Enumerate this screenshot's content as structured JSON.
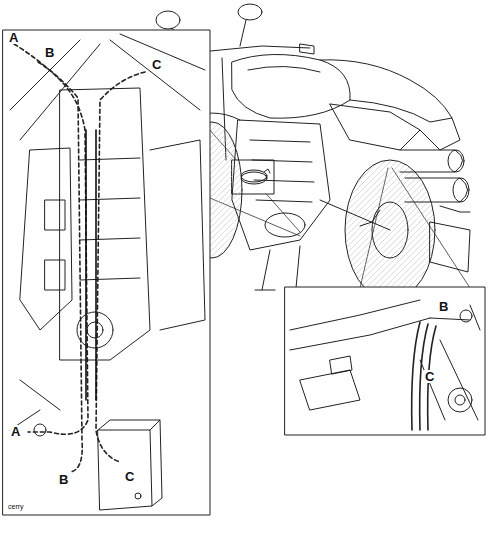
{
  "diagram": {
    "labels": [
      "A",
      "B",
      "C",
      "A",
      "B",
      "C",
      "B",
      "C",
      "cerry"
    ]
  }
}
